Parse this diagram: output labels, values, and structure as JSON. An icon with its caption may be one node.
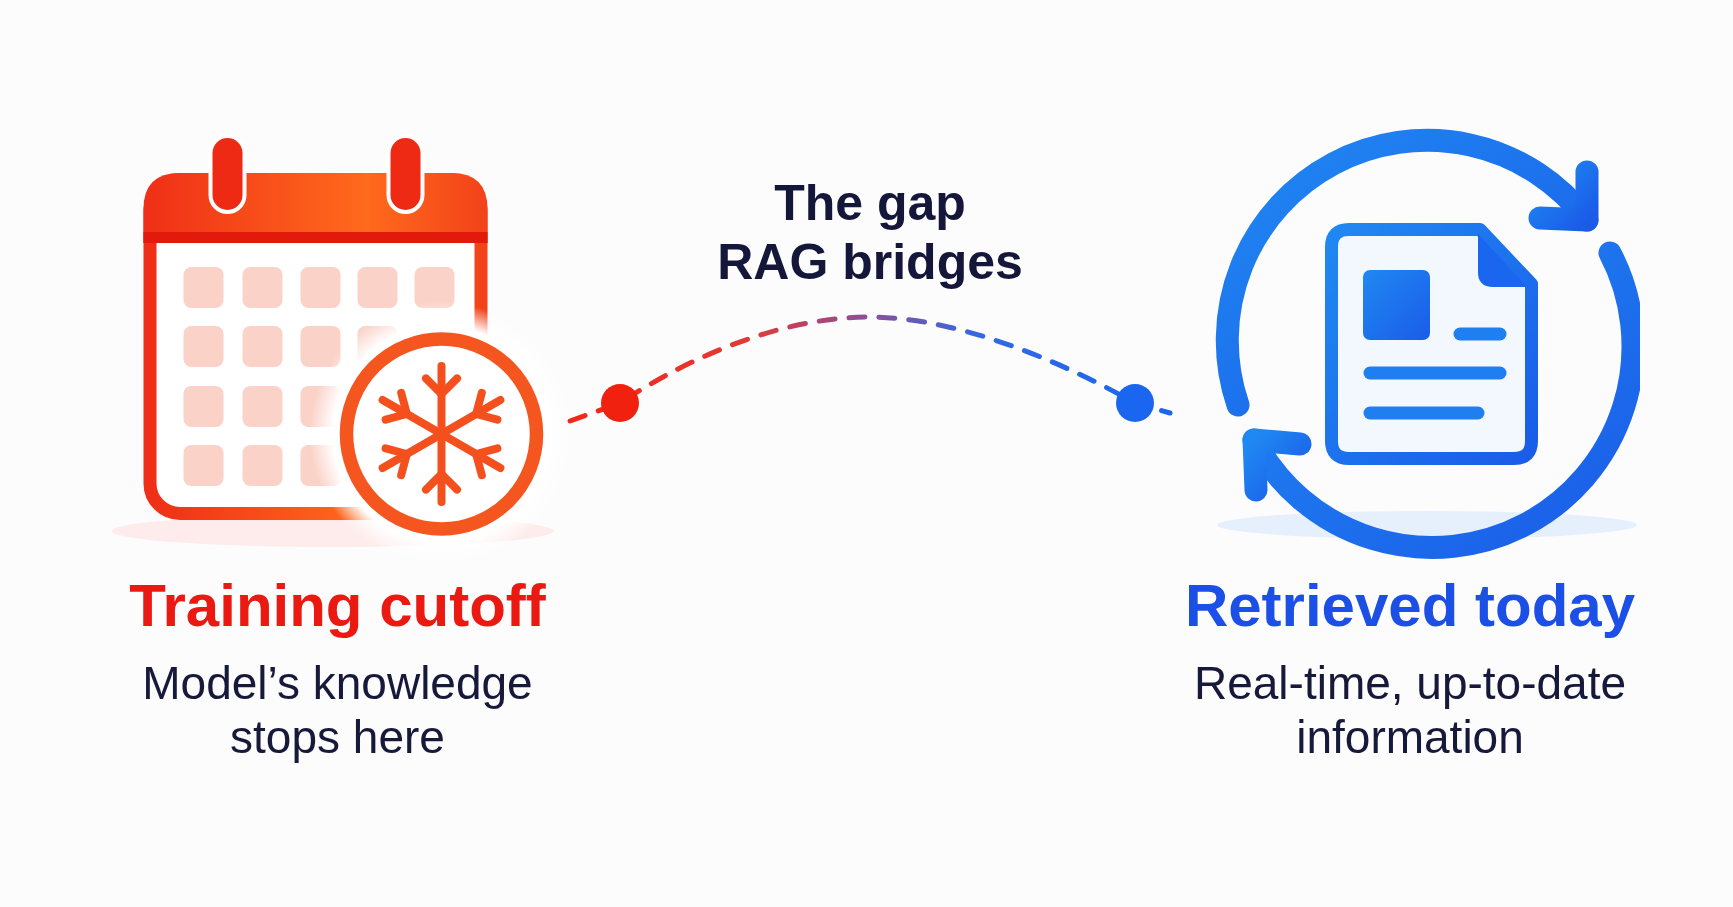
{
  "diagram": {
    "nodes": [
      {
        "text": [
          "Training cutoff",
          "Model’s knowledge stops here"
        ]
      },
      {
        "text": [
          "Retrieved today",
          "Real-time, up-to-date information"
        ]
      }
    ],
    "edges": [
      {
        "from": 0,
        "to": 1,
        "arrow": "none",
        "style": "dashed",
        "label": "The gap RAG bridges"
      }
    ]
  }
}
